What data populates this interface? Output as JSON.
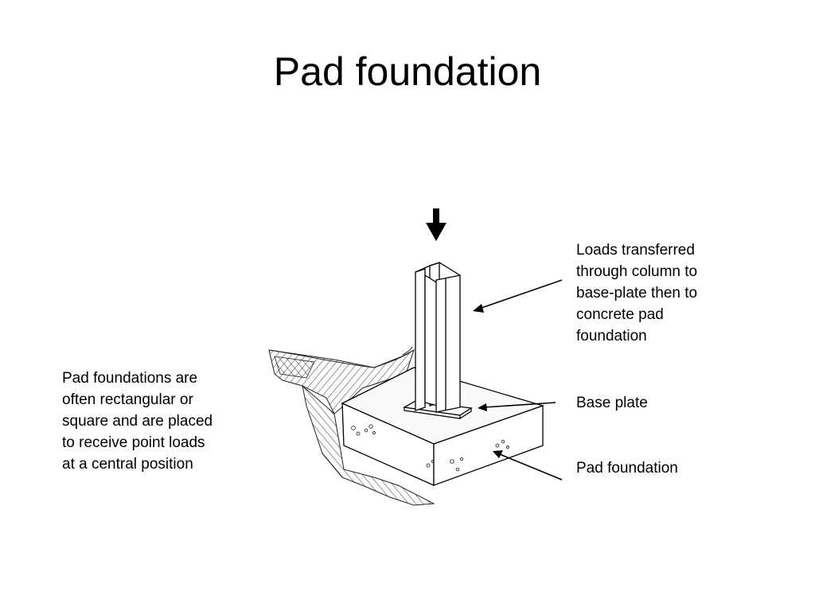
{
  "slide": {
    "title": "Pad foundation"
  },
  "left_note": {
    "lines": [
      "Pad foundations are",
      "often rectangular or",
      "square and are placed",
      "to receive point loads",
      "at a central position"
    ]
  },
  "labels": {
    "loads": {
      "lines": [
        "Loads transferred",
        "through column to",
        "base-plate then to",
        "concrete pad",
        "foundation"
      ]
    },
    "base_plate": "Base plate",
    "pad_foundation": "Pad foundation"
  },
  "colors": {
    "background": "#ffffff",
    "ink": "#000000",
    "face_light": "#fafafa",
    "hatch": "#444444"
  }
}
